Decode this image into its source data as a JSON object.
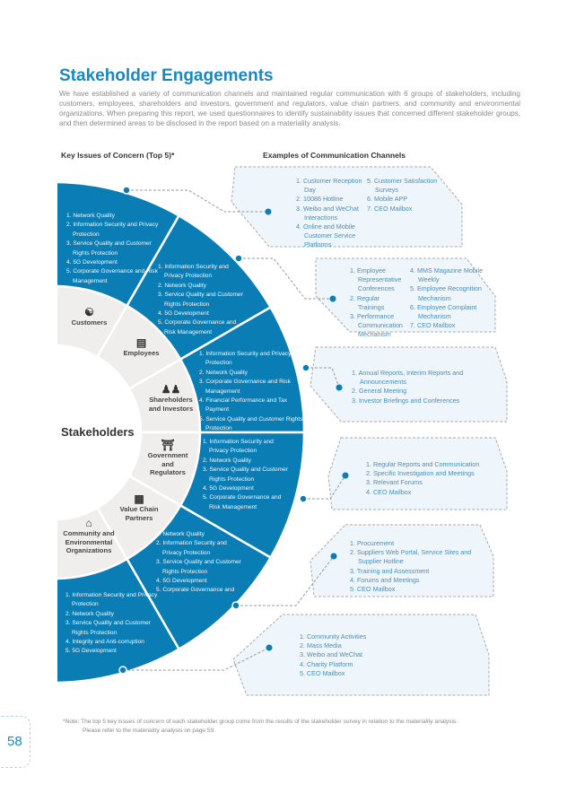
{
  "title": "Stakeholder Engagements",
  "intro": "We have established a variety of communication channels and maintained regular communication with 6 groups of stakeholders, including customers, employees, shareholders and investors, government and regulators, value chain partners, and community and environmental organizations. When preparing this report, we used questionnaires to identify sustainability issues that concerned different stakeholder groups, and then determined areas to be disclosed in the report based on a materiality analysis.",
  "col_left": "Key Issues of Concern (Top 5)*",
  "col_right": "Examples of Communication Channels",
  "center": "Stakeholders",
  "colors": {
    "accent": "#1a88bf",
    "band": "#0b7db5",
    "ring": "#efeeed",
    "bubble": "#eef5fb"
  },
  "groups": [
    {
      "name": "Customers",
      "icon": "people-icon",
      "issues": [
        "1. Network Quality",
        "2. Information Security and Privacy Protection",
        "3. Service Quality and Customer Rights Protection",
        "4. 5G Development",
        "5. Corporate Governance and Risk Management"
      ],
      "channels_a": [
        "1. Customer Reception Day",
        "2. 10086 Hotline",
        "3. Weibo and WeChat Interactions",
        "4. Online and Mobile Customer Service Platforms"
      ],
      "channels_b": [
        "5. Customer Satisfaction Surveys",
        "6. Mobile APP",
        "7. CEO Mailbox"
      ]
    },
    {
      "name": "Employees",
      "icon": "id-card-icon",
      "issues": [
        "1. Information Security and Privacy Protection",
        "2. Network Quality",
        "3. Service Quality and Customer Rights Protection",
        "4. 5G Development",
        "5. Corporate Governance and Risk Management"
      ],
      "channels_a": [
        "1. Employee Representative Conferences",
        "2. Regular Trainings",
        "3. Performance Communication Mechanism"
      ],
      "channels_b": [
        "4. MMS Magazine Mobile Weekly",
        "5. Employee Recognition Mechanism",
        "6. Employee Complaint Mechanism",
        "7. CEO Mailbox"
      ]
    },
    {
      "name": "Shareholders and Investors",
      "icon": "meeting-icon",
      "issues": [
        "1. Information Security and Privacy Protection",
        "2. Network Quality",
        "3. Corporate Governance and Risk Management",
        "4. Financial Performance and Tax Payment",
        "5. Service Quality and Customer Rights Protection"
      ],
      "channels_a": [
        "1. Annual Reports, Interim Reports and Announcements",
        "2. General Meeting",
        "3. Investor Briefings and Conferences"
      ]
    },
    {
      "name": "Government and Regulators",
      "icon": "government-building-icon",
      "issues": [
        "1. Information Security and Privacy Protection",
        "2. Network Quality",
        "3. Service Quality and Customer Rights Protection",
        "4. 5G Development",
        "5. Corporate Governance and Risk Management"
      ],
      "channels_a": [
        "1. Regular Reports and Communication",
        "2. Specific Investigation and Meetings",
        "3. Relevant Forums",
        "4. CEO Mailbox"
      ]
    },
    {
      "name": "Value Chain Partners",
      "icon": "handshake-icon",
      "issues": [
        "1. Network Quality",
        "2. Information Security and Privacy Protection",
        "3. Service Quality and Customer Rights Protection",
        "4. 5G Development",
        "5. Corporate Governance and"
      ],
      "channels_a": [
        "1. Procurement",
        "2. Suppliers Web Portal, Service Sites and Supplier Hotline",
        "3. Training and Assessment",
        "4. Forums and Meetings",
        "5. CEO Mailbox"
      ]
    },
    {
      "name": "Community and Environmental Organizations",
      "icon": "house-icon",
      "issues": [
        "1. Information Security and Privacy Protection",
        "2. Network Quality",
        "3. Service Quality and Customer Rights Protection",
        "4. Integrity and Anti-corruption",
        "5. 5G Development"
      ],
      "channels_a": [
        "1. Community Activities",
        "2. Mass Media",
        "3. Weibo and WeChat",
        "4. Charity Platform",
        "5. CEO Mailbox"
      ]
    }
  ],
  "note_1": "*Note: The top 5 key issues of concern of each stakeholder group come from the results of the stakeholder survey in relation to the materiality analysis.",
  "note_2": "Please refer to the materiality analysis on page 59.",
  "page_number": "58"
}
